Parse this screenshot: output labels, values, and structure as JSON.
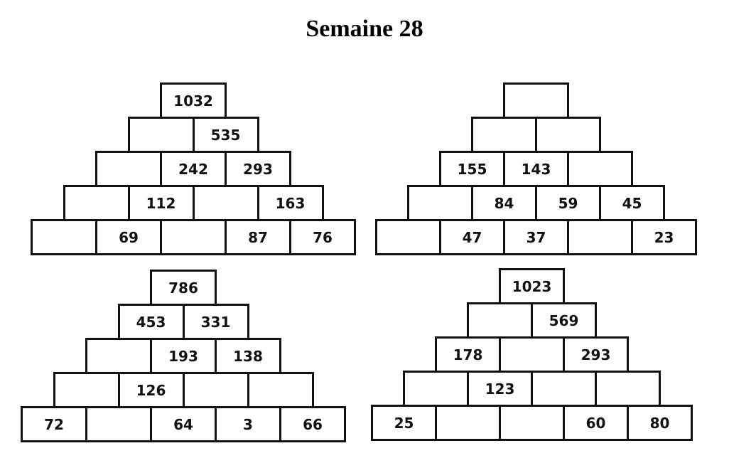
{
  "title": "Semaine 28",
  "pyramids": [
    {
      "rows": [
        [
          "1032"
        ],
        [
          "",
          "535"
        ],
        [
          "",
          "242",
          "293"
        ],
        [
          "",
          "112",
          "",
          "163"
        ],
        [
          "",
          "69",
          "",
          "87",
          "76"
        ]
      ]
    },
    {
      "rows": [
        [
          ""
        ],
        [
          "",
          ""
        ],
        [
          "155",
          "143",
          ""
        ],
        [
          "",
          "84",
          "59",
          "45"
        ],
        [
          "",
          "47",
          "37",
          "",
          "23"
        ]
      ]
    },
    {
      "rows": [
        [
          "786"
        ],
        [
          "453",
          "331"
        ],
        [
          "",
          "193",
          "138"
        ],
        [
          "",
          "126",
          "",
          ""
        ],
        [
          "72",
          "",
          "64",
          "3",
          "66"
        ]
      ]
    },
    {
      "rows": [
        [
          "1023"
        ],
        [
          "",
          "569"
        ],
        [
          "178",
          "",
          "293"
        ],
        [
          "",
          "123",
          "",
          ""
        ],
        [
          "25",
          "",
          "",
          "60",
          "80"
        ]
      ]
    }
  ]
}
